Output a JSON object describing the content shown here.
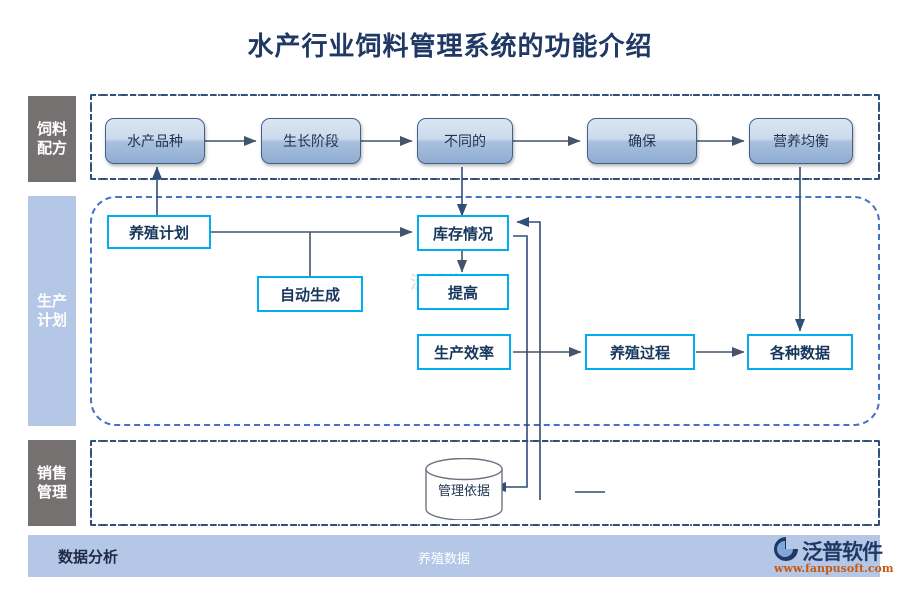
{
  "page": {
    "title": "水产行业饲料管理系统的功能介绍",
    "accent_cyan": "#00AEEF",
    "accent_navy": "#1F3864",
    "stage_gray": "#767171",
    "stage_blue": "#B4C7E7",
    "watermark": "泛普软件"
  },
  "stages": [
    {
      "id": "feed-formula",
      "label": "饲料\n配方",
      "line1": "饲料",
      "line2": "配方",
      "theme": "gray"
    },
    {
      "id": "production-plan",
      "label": "生产\n计划",
      "line1": "生产",
      "line2": "计划",
      "theme": "blue"
    },
    {
      "id": "sales-management",
      "label": "销售\n管理",
      "line1": "销售",
      "line2": "管理",
      "theme": "gray"
    }
  ],
  "formula_row": [
    {
      "id": "aquatic-species",
      "label": "水产品种"
    },
    {
      "id": "growth-stage",
      "label": "生长阶段"
    },
    {
      "id": "different",
      "label": "不同的"
    },
    {
      "id": "ensure",
      "label": "确保"
    },
    {
      "id": "nutrition-balance",
      "label": "营养均衡"
    }
  ],
  "plan_boxes": [
    {
      "id": "breeding-plan",
      "label": "养殖计划"
    },
    {
      "id": "auto-generate",
      "label": "自动生成"
    },
    {
      "id": "inventory-status",
      "label": "库存情况"
    },
    {
      "id": "improve",
      "label": "提高"
    },
    {
      "id": "production-efficiency",
      "label": "生产效率"
    },
    {
      "id": "breeding-process",
      "label": "养殖过程"
    },
    {
      "id": "various-data",
      "label": "各种数据"
    }
  ],
  "sales_store": {
    "id": "management-basis",
    "label": "管理依据"
  },
  "footer": {
    "left_label": "数据分析",
    "center_label": "养殖数据",
    "brand": "泛普软件",
    "url": "www.fanpusoft.com"
  }
}
